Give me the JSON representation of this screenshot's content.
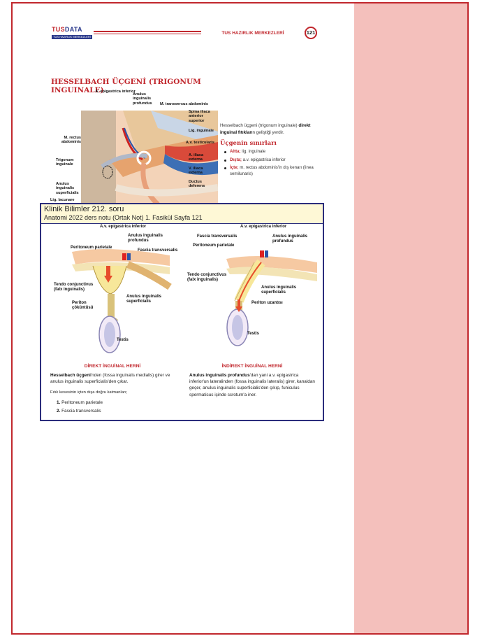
{
  "header": {
    "logo_text_a": "TUS",
    "logo_text_b": "DATA",
    "logo_sub": "TUS HAZIRLIK MERKEZLERİ",
    "label": "TUS HAZIRLIK MERKEZLERİ",
    "page_number": "121"
  },
  "section": {
    "title": "HESSELBACH ÜÇGENİ (TRIGONUM INGUINALE)"
  },
  "anatomy_labels": {
    "epigastrica": "A. epigastrica inferior",
    "anulus_prof": "Anulus inguinalis profundus",
    "transversus": "M. transversus abdominis",
    "spina": "Spina iliaca anterior superior",
    "lig_inguinale": "Lig. inguinale",
    "av_testicularis": "A.v. testicularis",
    "a_iliaca": "A. iliaca externa",
    "v_iliaca": "V. iliaca externa",
    "ductus": "Ductus deferens",
    "rectus": "M. rectus abdominis",
    "trigonum": "Trigonum inguinale",
    "anulus_sup": "Anulus inguinalis superficialis",
    "lig_lacunare": "Lig. lacunare"
  },
  "description": {
    "text_pre": "Hesselbach üçgeni (trigonum inguinale) ",
    "text_bold": "direkt inguinal fıtıkları",
    "text_post": "n geliştiği yerdir.",
    "borders_title": "Üçgenin sınırları",
    "items": [
      {
        "key": "Altta;",
        "value": " lig. inguinale"
      },
      {
        "key": "Dışta;",
        "value": " a.v. epigastrica inferior"
      },
      {
        "key": "İçte;",
        "value": " m. rectus abdominis'in dış kenarı (linea semilunaris)"
      }
    ]
  },
  "overlay": {
    "title": "Klinik Bilimler 212. soru",
    "subtitle": "Anatomi 2022 ders notu (Ortak Not)  1. Fasikül Sayfa 121"
  },
  "left_diagram": {
    "labels": {
      "epigastrica": "A.v. epigastrica inferior",
      "anulus_prof": "Anulus inguinalis profundus",
      "peritoneum": "Peritoneum parietale",
      "fascia": "Fascia transversalis",
      "tendo": "Tendo conjunctivus (falx inguinalis)",
      "periton": "Periton çöküntüsü",
      "anulus_sup": "Anulus inguinalis superficialis",
      "testis": "Testis"
    }
  },
  "right_diagram": {
    "labels": {
      "epigastrica": "A.v. epigastrica inferior",
      "fascia": "Fascia transversalis",
      "anulus_prof": "Anulus inguinalis profundus",
      "peritoneum": "Peritoneum parietale",
      "tendo": "Tendo conjunctivus (falx inguinalis)",
      "anulus_sup": "Anulus inguinalis superficialis",
      "periton_uzantisi": "Periton uzantısı",
      "testis": "Testis"
    }
  },
  "direkt": {
    "title": "DİREKT İNGUİNAL HERNİ",
    "text_bold": "Hesselbach üçgeni",
    "text_rest": "'nden (fossa inguinalis medialis) girer ve anulus inguinalis superficialis'den çıkar.",
    "layers_intro": "Fıtık kesesinin içten dışa doğru katmanları;",
    "layers": [
      {
        "num": "1.",
        "text": " Peritoneum parietale"
      },
      {
        "num": "2.",
        "text": " Fascia transversalis"
      }
    ]
  },
  "indirekt": {
    "title": "İNDİREKT İNGUİNAL HERNİ",
    "text_bold": "Anulus inguinalis profundus",
    "text_rest": "'dan yani a.v. epigastrica inferior'un lateralinden (fossa inguinalis lateralis) girer, kanaldan geçer, anulus inguinalis superficialis'den çıkıp, funiculus spermaticus içinde scrotum'a iner."
  },
  "colors": {
    "accent": "#c1272d",
    "navy": "#2b2d7c",
    "right_panel": "#f4c0bc"
  }
}
